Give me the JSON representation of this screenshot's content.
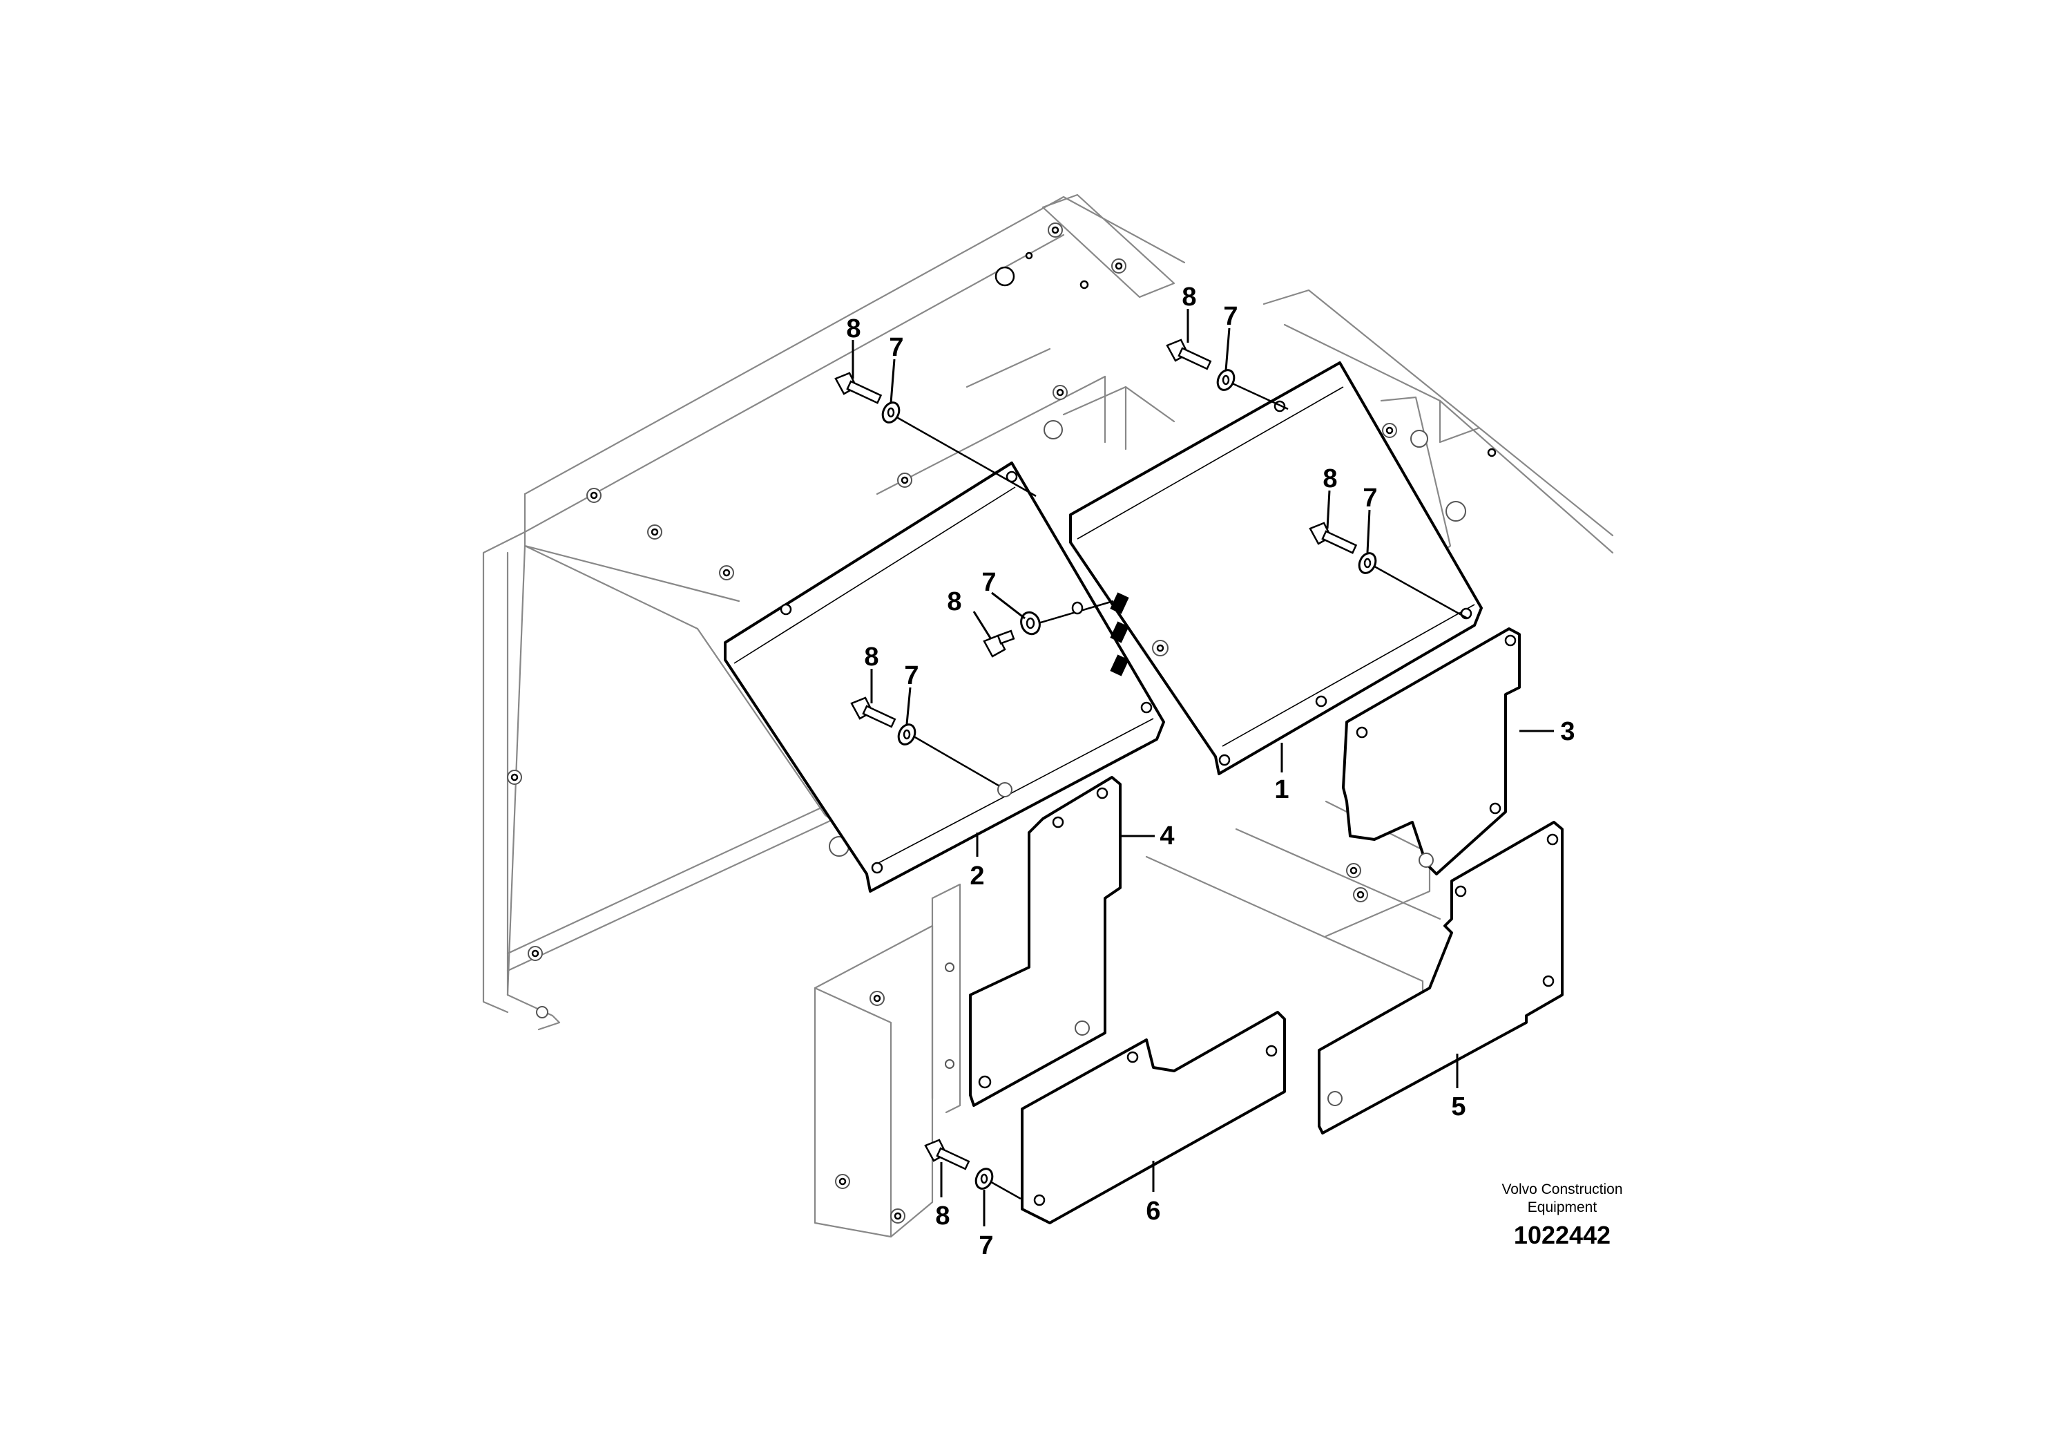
{
  "callouts": {
    "part_1": "1",
    "part_2": "2",
    "part_3": "3",
    "part_4": "4",
    "part_5": "5",
    "part_6": "6",
    "washer": "7",
    "screw": "8"
  },
  "footer": {
    "manufacturer_line1": "Volvo Construction",
    "manufacturer_line2": "Equipment",
    "reference_number": "1022442"
  }
}
